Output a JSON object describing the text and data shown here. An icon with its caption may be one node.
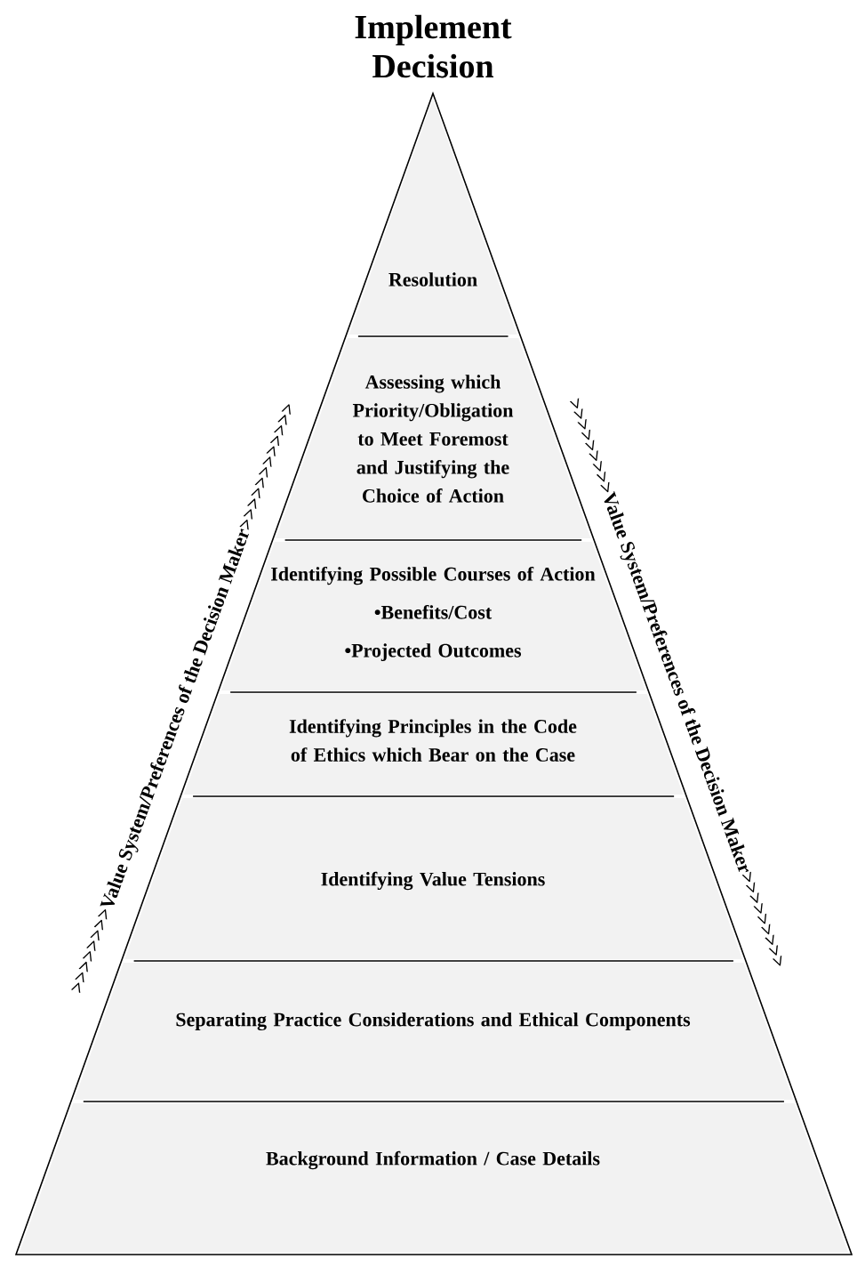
{
  "diagram": {
    "title": "Implement Decision",
    "nodes": [
      {
        "text": [
          "Resolution"
        ]
      },
      {
        "text": [
          "Assessing which Priority/Obligation to Meet Foremost and Justifying the Choice of Action"
        ]
      },
      {
        "text": [
          "Identifying Possible Courses of Action",
          "•Benefits/Cost",
          "•Projected Outcomes"
        ]
      },
      {
        "text": [
          "Identifying Principles in the Code of Ethics which Bear on the Case"
        ]
      },
      {
        "text": [
          "Identifying Value Tensions"
        ]
      },
      {
        "text": [
          "Separating Practice Considerations and Ethical Components"
        ]
      },
      {
        "text": [
          "Background Information / Case Details"
        ]
      }
    ],
    "labels": [
      ">>>>>>>>Value System/Preferences of the Decision Maker>>>>>>>>>>>>",
      ">>>>>>>>>Value System/Preferences of the Decision Maker>>>>>>>>>"
    ]
  }
}
